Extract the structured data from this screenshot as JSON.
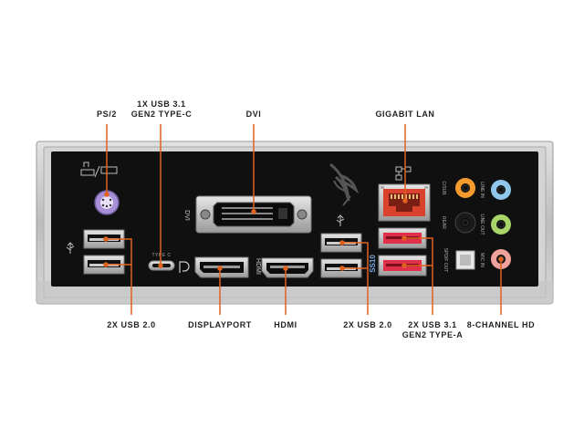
{
  "callouts": {
    "ps2": "PS/2",
    "usb31_typec_line1": "1X USB 3.1",
    "usb31_typec_line2": "GEN2 TYPE-C",
    "dvi": "DVI",
    "gigabit_lan": "GIGABIT LAN",
    "usb20_left": "2X USB 2.0",
    "displayport": "DISPLAYPORT",
    "hdmi": "HDMI",
    "usb20_right": "2X USB 2.0",
    "usb31_typea_line1": "2X USB 3.1",
    "usb31_typea_line2": "GEN2 TYPE-A",
    "audio": "8-CHANNEL HD"
  },
  "panel_labels": {
    "dvi": "DVI",
    "hdmi": "HDMI",
    "type_c": "TYPE C",
    "c_sub": "C/SUB",
    "rear": "REAR",
    "spdif_out": "SPDIF OUT",
    "line_in": "LINE IN",
    "line_out": "LINE OUT",
    "mic_in": "MIC IN",
    "ss10": "SS10"
  },
  "colors": {
    "leader": "#e0621f",
    "panel": "#111111",
    "shield": "#c9c9c9",
    "usb31_port": "#e0304a",
    "lan_port": "#d9432e",
    "ps2_port": "#a88fd8",
    "audio_orange": "#f59a2c",
    "audio_blue": "#8fc7ea",
    "audio_green": "#a9d46a",
    "audio_pink": "#f0a29a"
  },
  "icons": [
    "ps2-keyboard-mouse-icon",
    "usb-icon",
    "displayport-icon",
    "network-icon",
    "rog-eye-logo",
    "superspeed-icon"
  ]
}
